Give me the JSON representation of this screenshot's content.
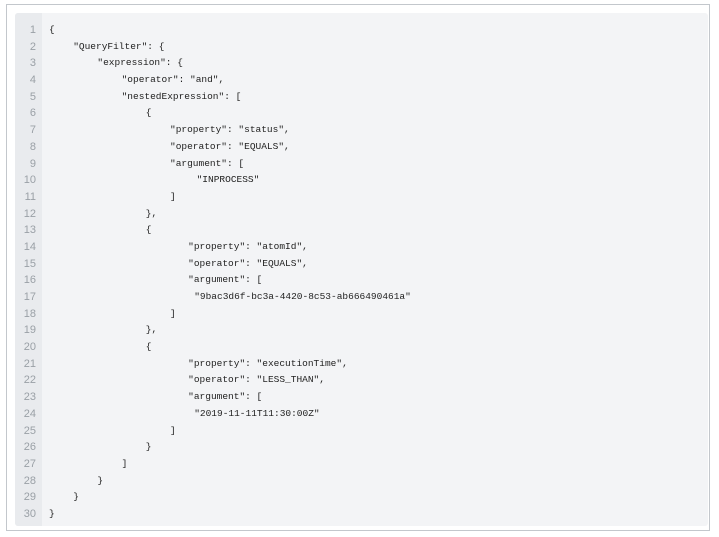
{
  "code_block": {
    "language": "json",
    "lines": [
      {
        "n": "1",
        "indent": 0,
        "text": "{"
      },
      {
        "n": "2",
        "indent": 1,
        "text": "\"QueryFilter\": {"
      },
      {
        "n": "3",
        "indent": 2,
        "text": "\"expression\": {"
      },
      {
        "n": "4",
        "indent": 3,
        "text": "\"operator\": \"and\","
      },
      {
        "n": "5",
        "indent": 3,
        "text": "\"nestedExpression\": ["
      },
      {
        "n": "6",
        "indent": 4,
        "text": "{"
      },
      {
        "n": "7",
        "indent": 5,
        "text": "\"property\": \"status\","
      },
      {
        "n": "8",
        "indent": 5,
        "text": "\"operator\": \"EQUALS\","
      },
      {
        "n": "9",
        "indent": 5,
        "text": "\"argument\": ["
      },
      {
        "n": "10",
        "indent": 6.1,
        "text": "\"INPROCESS\""
      },
      {
        "n": "11",
        "indent": 5,
        "text": "]"
      },
      {
        "n": "12",
        "indent": 4,
        "text": "},"
      },
      {
        "n": "13",
        "indent": 4,
        "text": "{"
      },
      {
        "n": "14",
        "indent": 5.75,
        "text": "\"property\": \"atomId\","
      },
      {
        "n": "15",
        "indent": 5.75,
        "text": "\"operator\": \"EQUALS\","
      },
      {
        "n": "16",
        "indent": 5.75,
        "text": "\"argument\": ["
      },
      {
        "n": "17",
        "indent": 6,
        "text": "\"9bac3d6f-bc3a-4420-8c53-ab666490461a\""
      },
      {
        "n": "18",
        "indent": 5,
        "text": "]"
      },
      {
        "n": "19",
        "indent": 4,
        "text": "},"
      },
      {
        "n": "20",
        "indent": 4,
        "text": "{"
      },
      {
        "n": "21",
        "indent": 5.75,
        "text": "\"property\": \"executionTime\","
      },
      {
        "n": "22",
        "indent": 5.75,
        "text": "\"operator\": \"LESS_THAN\","
      },
      {
        "n": "23",
        "indent": 5.75,
        "text": "\"argument\": ["
      },
      {
        "n": "24",
        "indent": 6,
        "text": "\"2019-11-11T11:30:00Z\""
      },
      {
        "n": "25",
        "indent": 5,
        "text": "]"
      },
      {
        "n": "26",
        "indent": 4,
        "text": "}"
      },
      {
        "n": "27",
        "indent": 3,
        "text": "]"
      },
      {
        "n": "28",
        "indent": 2,
        "text": "}"
      },
      {
        "n": "29",
        "indent": 1,
        "text": "}"
      },
      {
        "n": "30",
        "indent": 0,
        "text": "}"
      }
    ]
  }
}
